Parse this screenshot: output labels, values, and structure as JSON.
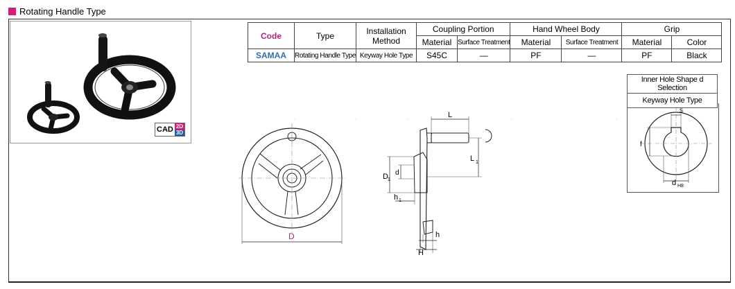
{
  "heading": {
    "title": "Rotating Handle Type"
  },
  "badge": {
    "cad": "CAD",
    "d2": "2D",
    "d3": "3D"
  },
  "spec_table": {
    "headers": {
      "code": "Code",
      "type": "Type",
      "installation_line1": "Installation",
      "installation_line2": "Method",
      "coupling": "Coupling Portion",
      "hand_wheel": "Hand Wheel Body",
      "grip": "Grip",
      "material": "Material",
      "surface_treatment": "Surface Treatment",
      "color": "Color"
    },
    "row": {
      "code": "SAMAA",
      "type": "Rotating Handle Type",
      "installation": "Keyway Hole Type",
      "coupling_material": "S45C",
      "coupling_surface": "—",
      "wheel_material": "PF",
      "wheel_surface": "—",
      "grip_material": "PF",
      "grip_color": "Black"
    }
  },
  "inner_hole": {
    "title": "Inner Hole Shape d Selection",
    "subtitle": "Keyway Hole Type"
  },
  "drawing_labels": {
    "D": "D",
    "L": "L",
    "L1": "L",
    "L1_sub": "1",
    "d": "d",
    "D1": "D",
    "D1_sub": "1",
    "h1": "h",
    "h1_sub": "1",
    "h": "h",
    "H": "H",
    "s": "s",
    "f": "f",
    "dH8": "d",
    "dH8_sub": "H8"
  },
  "colors": {
    "accent": "#d81b7a",
    "code_blue": "#2a72b8",
    "dim_magenta": "#b5247a"
  }
}
